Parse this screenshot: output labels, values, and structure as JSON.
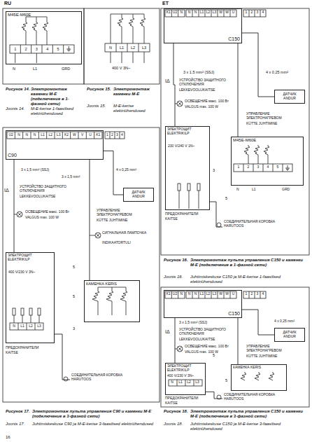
{
  "diagram": {
    "nodes": [
      {
        "text": [
          "C150"
        ]
      },
      {
        "text": [
          "ДАТЧИК ANDUR"
        ]
      },
      {
        "text": [
          "ЭЛЕКТРОЩИТ ELEKTRIKILP"
        ]
      },
      {
        "text": [
          "M45E-M60E"
        ]
      },
      {
        "text": [
          "СОЕДИНИТЕЛЬНАЯ КОРОБКА HARUTOOS"
        ]
      },
      {
        "text": [
          "M45E-M60E"
        ]
      },
      {
        "text": [
          "C90"
        ]
      },
      {
        "text": [
          "ДАТЧИК ANDUR"
        ]
      },
      {
        "text": [
          "ЭЛЕКТРОЩИТ ELEKTRIKILP"
        ]
      },
      {
        "text": [
          "КАМЕНКА KERIS"
        ]
      },
      {
        "text": [
          "СОЕДИНИТЕЛЬНАЯ КОРОБКА HARUTOOS"
        ]
      },
      {
        "text": [
          "C150"
        ]
      },
      {
        "text": [
          "ДАТЧИК ANDUR"
        ]
      },
      {
        "text": [
          "ЭЛЕКТРОЩИТ ELEKTRIKILP"
        ]
      },
      {
        "text": [
          "КАМЕНКА KERIS"
        ]
      },
      {
        "text": [
          "СОЕДИНИТЕЛЬНАЯ КОРОБКА HARUTOOS"
        ]
      }
    ],
    "edges": [
      {
        "from": 0,
        "to": 1,
        "arrow": "none"
      },
      {
        "from": 2,
        "to": 0,
        "arrow": "none"
      },
      {
        "from": 0,
        "to": 3,
        "arrow": "none"
      },
      {
        "from": 2,
        "to": 4,
        "arrow": "none"
      },
      {
        "from": 6,
        "to": 7,
        "arrow": "none"
      },
      {
        "from": 8,
        "to": 6,
        "arrow": "none"
      },
      {
        "from": 6,
        "to": 9,
        "arrow": "none"
      },
      {
        "from": 8,
        "to": 10,
        "arrow": "none"
      },
      {
        "from": 11,
        "to": 12,
        "arrow": "none"
      },
      {
        "from": 13,
        "to": 11,
        "arrow": "none"
      },
      {
        "from": 11,
        "to": 14,
        "arrow": "none"
      },
      {
        "from": 13,
        "to": 15,
        "arrow": "none"
      }
    ],
    "labels": [
      "RU",
      "ET",
      "1",
      "2",
      "3",
      "4",
      "5",
      "N",
      "L1",
      "GRD",
      "Рисунок 14.",
      "Электромонтаж каменки M-E (подключение в 1-фазной сети)",
      "Joonis 14.",
      "M-E-kerise 1-faasilised elektriühendused",
      "N",
      "L1",
      "L2",
      "L3",
      "400 V 3N~",
      "Рисунок 15.",
      "Электромонтаж каменки M-E",
      "Joonis 15.",
      "M-E-kerise elektriühendused",
      "K1",
      "U2",
      "N",
      "N",
      "N",
      "L1",
      "L2",
      "L3",
      "W",
      "W",
      "U",
      "1",
      "2",
      "3",
      "4",
      "3 x 1,5 mm² (SSJ)",
      "4 x 0,25 mm²",
      "IΔ",
      "УСТРОЙСТВО ЗАЩИТНОГО ОТКЛЮЧЕНИЯ",
      "LEKKEVOOLUKAITSE",
      "ОСВЕЩЕНИЕ макс. 100 Вт",
      "VALGUS max. 100 W",
      "УПРАВЛЕНИЕ ЭЛЕКТРОНАГРЕВОМ",
      "KÜTTE JUHTIMINE",
      "230 V/240 V 1N~",
      "ПРЕДОХРАНИТЕЛИ",
      "KAITSE",
      "1",
      "2",
      "3",
      "4",
      "5",
      "N",
      "L1",
      "GRD",
      "3",
      "5",
      "Рисунок 16.",
      "Электромонтаж пульта управления C150 и каменки M-E (подключение в 1-фазной сети)",
      "Joonis 16.",
      "Juhtimiskeskuse C150 ja M-E-kerise 1-faasilised elektriühendused",
      "U2",
      "N",
      "N",
      "N",
      "L1",
      "L2",
      "L3",
      "K2",
      "W",
      "V",
      "U",
      "K1",
      "1",
      "2",
      "3",
      "4",
      "3 x 1,5 mm² (SSJ)",
      "4 x 0,25 mm²",
      "3 x 1,5 mm²",
      "IΔ",
      "УСТРОЙСТВО ЗАЩИТНОГО ОТКЛЮЧЕНИЯ",
      "LEKKEVOOLUKAITSE",
      "ОСВЕЩЕНИЕ макс. 100 Вт",
      "VALGUS max. 100 W",
      "УПРАВЛЕНИЕ ЭЛЕКТРОНАГРЕВОМ",
      "KÜTTE JUHTIMINE",
      "СИГНАЛЬНАЯ ЛАМПОЧКА",
      "INDIKAATORTULI",
      "400 V/230 V 3N~",
      "N",
      "L1",
      "L2",
      "L3",
      "ПРЕДОХРАНИТЕЛИ",
      "KAITSE",
      "5",
      "5",
      "3",
      "Рисунок 17.",
      "Электромонтаж пульта управления C90 и каменки M-E (подключение в 3-фазной сети)",
      "Joonis 17.",
      "Juhtimiskeskuse C90 ja M-E-kerise 3-faasilised elektriühendused",
      "K1",
      "U2",
      "N",
      "N",
      "N",
      "L1",
      "L2",
      "L3",
      "W",
      "W",
      "U",
      "1",
      "2",
      "3",
      "4",
      "3 x 1,5 mm² (SSJ)",
      "4 x 0,25 mm²",
      "IΔ",
      "УСТРОЙСТВО ЗАЩИТНОГО ОТКЛЮЧЕНИЯ",
      "LEKKEVOOLUKAITSE",
      "ОСВЕЩЕНИЕ макс. 100 Вт",
      "VALGUS max. 100 W",
      "УПРАВЛЕНИЕ ЭЛЕКТРОНАГРЕВОМ",
      "KÜTTE JUHTIMINE",
      "400 V/230 V 3N~",
      "N",
      "L1",
      "L2",
      "L3",
      "ПРЕДОХРАНИТЕЛИ",
      "KAITSE",
      "5",
      "5",
      "Рисунок 18.",
      "Электромонтаж пульта управления C150 и каменки M-E (подключение в 3-фазной сети)",
      "Joonis 18.",
      "Juhtimiskeskuse C150 ja M-E-kerise 3-faasilised elektriühendused",
      "16"
    ]
  }
}
